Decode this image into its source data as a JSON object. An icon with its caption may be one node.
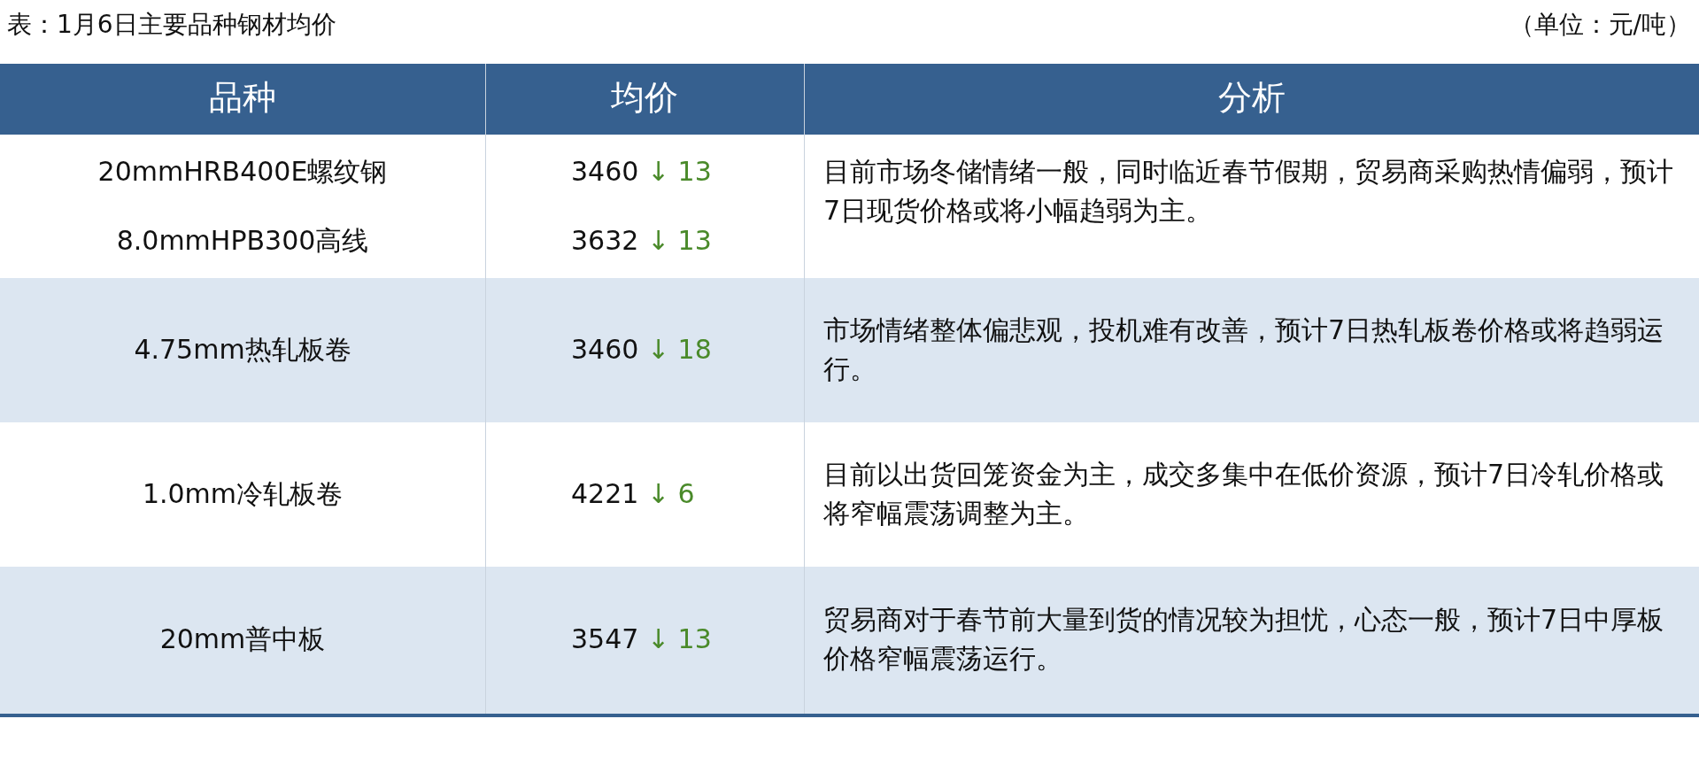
{
  "diagram": {
    "title": "表：1月6日主要品种钢材均价",
    "labels": [
      "（单位：元/吨）",
      "品种",
      "均价",
      "分析",
      "20mmHRB400E螺纹钢",
      "8.0mmHPB300高线",
      "3460 ↓ 13",
      "3632 ↓ 13",
      "目前市场冬储情绪一般，同时临近春节假期，贸易商采购热情偏弱，预计7日现货价格或将小幅趋弱为主。",
      "4.75mm热轧板卷",
      "3460 ↓ 18",
      "市场情绪整体偏悲观，投机难有改善，预计7日热轧板卷价格或将趋弱运行。",
      "1.0mm冷轧板卷",
      "4221 ↓ 6",
      "目前以出货回笼资金为主，成交多集中在低价资源，预计7日冷轧价格或将窄幅震荡调整为主。",
      "20mm普中板",
      "3547 ↓ 13",
      "贸易商对于春节前大量到货的情况较为担忧，心态一般，预计7日中厚板价格窄幅震荡运行。"
    ]
  }
}
